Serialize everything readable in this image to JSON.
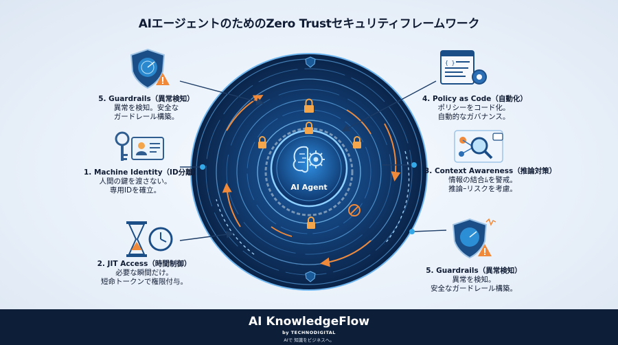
{
  "title": "AIエージェントのためのZero Trustセキュリティフレームワーク",
  "center": {
    "label": "AI Agent"
  },
  "nodes": {
    "top_left": {
      "head": "5. Guardrails（異常検知）",
      "lines": [
        "異常を検知。安全な",
        "ガードレール構築。"
      ],
      "icon": "shield-radar-warning-icon"
    },
    "mid_left": {
      "head": "1. Machine Identity（ID分離）",
      "lines": [
        "人間の鍵を渡さない。",
        "専用IDを確立。"
      ],
      "icon": "key-id-card-icon"
    },
    "bottom_left": {
      "head": "2. JIT Access（時間制御）",
      "lines": [
        "必要な瞬間だけ。",
        "短命トークンで権限付与。"
      ],
      "icon": "hourglass-clock-icon"
    },
    "top_right": {
      "head": "4. Policy as Code（自動化）",
      "lines": [
        "ポリシーをコード化。",
        "自動的なガバナンス。"
      ],
      "icon": "code-document-gear-icon"
    },
    "mid_right": {
      "head": "3. Context Awareness（推論対策）",
      "lines": [
        "情報の結合ﾑを警戒。",
        "推論ｰリスクを考慮。"
      ],
      "icon": "magnifier-network-icon"
    },
    "bottom_right": {
      "head": "5. Guardrails（異常検知）",
      "lines": [
        "異常を検知。",
        "安全なガードレール構築。"
      ],
      "icon": "shield-radar-warning-icon"
    }
  },
  "footer": {
    "brand": "AI KnowledgeFlow",
    "byline": "by TECHNODIGITAL",
    "tagline": "AIで 知識をビジネスへ。"
  },
  "colors": {
    "ring_dark": "#0d2a52",
    "ring_light": "#3d8fd6",
    "accent_orange": "#f08a3a",
    "footer_bg": "#0c1e38"
  }
}
